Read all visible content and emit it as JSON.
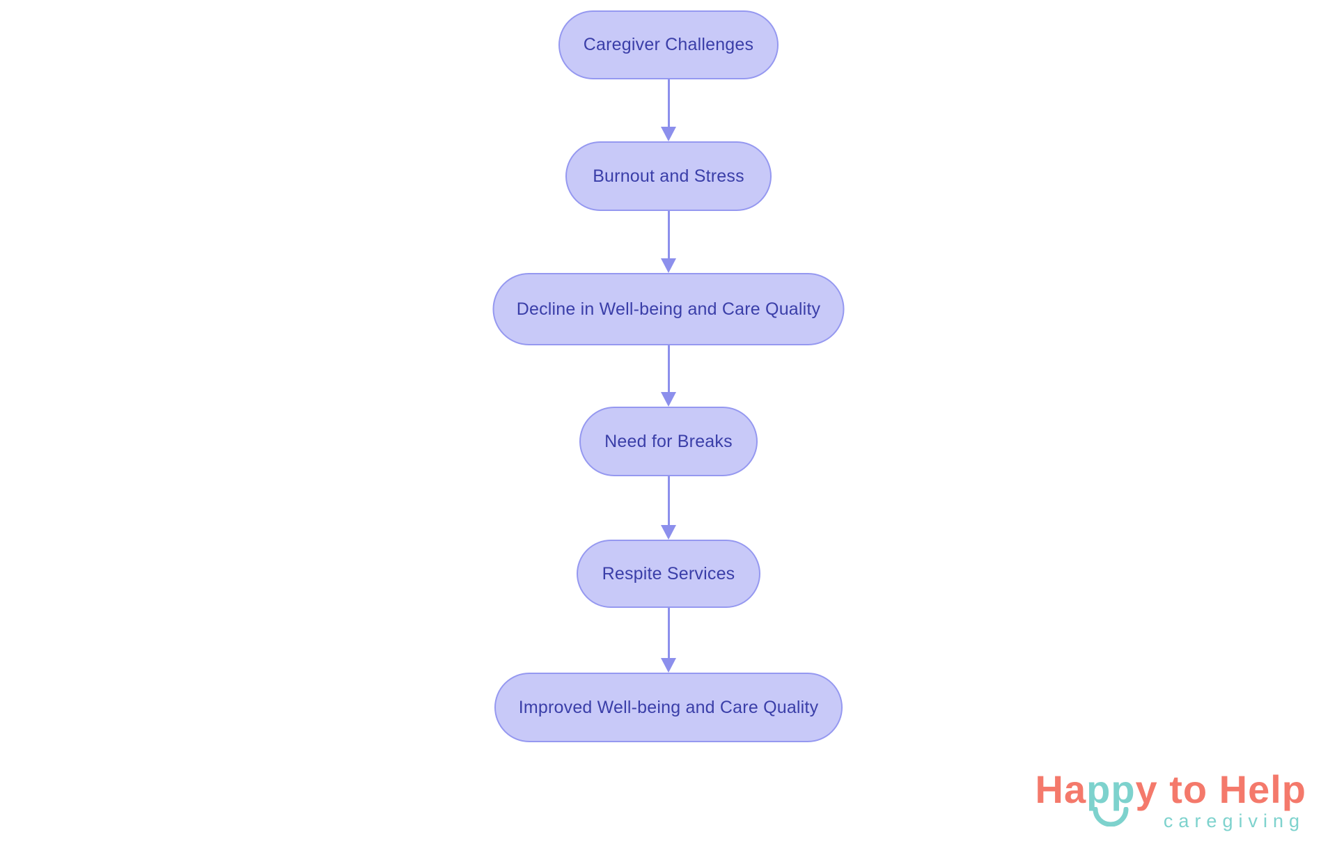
{
  "flowchart": {
    "type": "flowchart",
    "direction": "top-down",
    "nodes": [
      {
        "label": "Caregiver Challenges"
      },
      {
        "label": "Burnout and Stress"
      },
      {
        "label": "Decline in Well-being and Care Quality"
      },
      {
        "label": "Need for Breaks"
      },
      {
        "label": "Respite Services"
      },
      {
        "label": "Improved Well-being and Care Quality"
      }
    ],
    "edges": [
      {
        "from": "Caregiver Challenges",
        "to": "Burnout and Stress"
      },
      {
        "from": "Burnout and Stress",
        "to": "Decline in Well-being and Care Quality"
      },
      {
        "from": "Decline in Well-being and Care Quality",
        "to": "Need for Breaks"
      },
      {
        "from": "Need for Breaks",
        "to": "Respite Services"
      },
      {
        "from": "Respite Services",
        "to": "Improved Well-being and Care Quality"
      }
    ]
  },
  "logo": {
    "wordmark_seg1": "Ha",
    "wordmark_seg2": "pp",
    "wordmark_seg3": "y to Help",
    "subtitle": "caregiving"
  },
  "theme": {
    "background": "#ffffff",
    "node_fill": "#c8c9f8",
    "node_border": "#9598f0",
    "node_text": "#3a3ea8",
    "arrow": "#8c8fec",
    "logo_coral": "#f4796b",
    "logo_teal": "#7dd2cd"
  }
}
